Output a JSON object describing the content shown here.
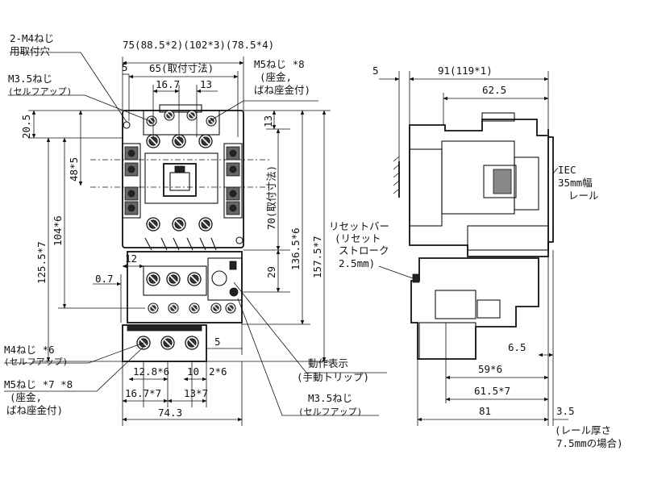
{
  "front_view": {
    "labels": {
      "mount_screw_hole": "2-M4ねじ",
      "mount_screw_hole_sub": "用取付穴",
      "m35_screw": "M3.5ねじ",
      "m35_screw_sub": "(セルフアップ)",
      "m5_screw": "M5ねじ *8",
      "m5_screw_sub1": "(座金,",
      "m5_screw_sub2": "ばね座金付)",
      "m4_screw": "M4ねじ *6",
      "m4_screw_sub": "(セルフアップ)",
      "m5_screw_bottom": "M5ねじ *7 *8",
      "m5_screw_bottom_sub1": "(座金,",
      "m5_screw_bottom_sub2": "ばね座金付)",
      "operation_indicator": "動作表示",
      "operation_indicator_sub": "(手動トリップ)",
      "m35_screw_bottom": "M3.5ねじ",
      "m35_screw_bottom_sub": "(セルフアップ)"
    },
    "dimensions": {
      "overall_width": "75(88.5*2)(102*3)(78.5*4)",
      "edge_5": "5",
      "mount_pitch": "65(取付寸法)",
      "pitch_16_7": "16.7",
      "pitch_13": "13",
      "h_20_5": "20.5",
      "h_48": "48*5",
      "h_125_5": "125.5*7",
      "h_104": "104*6",
      "h_13": "13",
      "h_70": "70(取付寸法)",
      "h_136_5": "136.5*6",
      "h_157_5": "157.5*7",
      "h_29": "29",
      "w_12": "12",
      "w_0_7": "0.7",
      "w_5": "5",
      "w_12_8": "12.8*6",
      "w_10": "10",
      "w_2": "2*6",
      "w_16_7b": "16.7*7",
      "w_13b": "13*7",
      "w_74_3": "74.3"
    }
  },
  "side_view": {
    "labels": {
      "iec_rail": "IEC",
      "iec_rail_sub1": "35mm幅",
      "iec_rail_sub2": "レール",
      "reset_bar": "リセットバー",
      "reset_bar_sub1": "(リセット",
      "reset_bar_sub2": "ストローク",
      "reset_bar_sub3": "2.5mm)",
      "rail_thickness": "(レール厚さ",
      "rail_thickness_sub": "7.5mmの場合)"
    },
    "dimensions": {
      "d_5": "5",
      "d_91": "91(119*1)",
      "d_62_5": "62.5",
      "d_6_5": "6.5",
      "d_59": "59*6",
      "d_61_5": "61.5*7",
      "d_3_5": "3.5",
      "d_81": "81"
    }
  }
}
